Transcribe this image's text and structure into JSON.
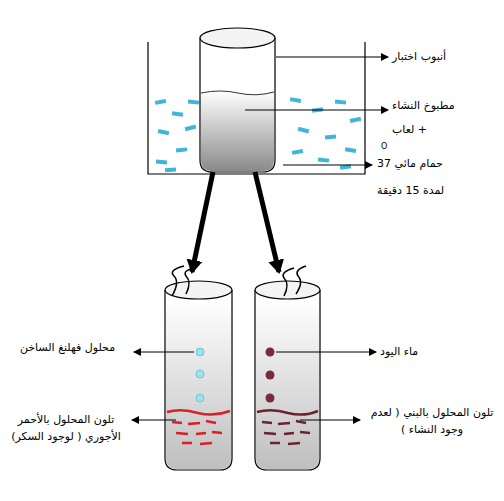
{
  "diagram": {
    "labels": [
      "أنبوب اختبار",
      "مطبوخ النشاء",
      "+ لعاب",
      "حمام مائي 37",
      "لمدة 15 دقيقة",
      "محلول فهلنغ الساخن",
      "تلون المحلول بالأحمر الأجوري ( لوجود السكر)",
      "ماء اليود",
      "تلون المحلول بالبني ( لعدم وجود النشاء )",
      "O"
    ]
  }
}
